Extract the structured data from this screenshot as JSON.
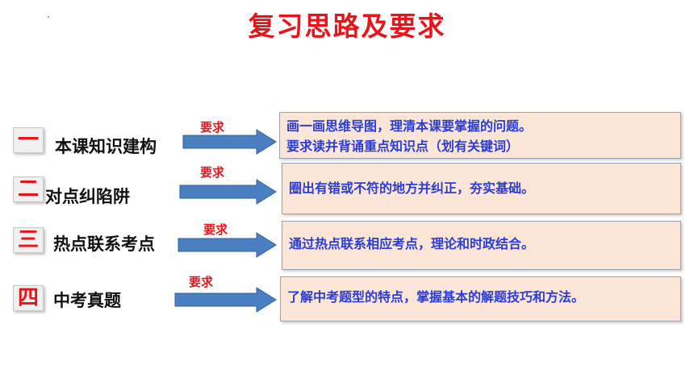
{
  "title": "复习思路及要求",
  "colors": {
    "accent_red": "#e8141a",
    "text_blue": "#2a3dd4",
    "box_fill": "#fbe5d6",
    "arrow_blue": "#4a7fc1"
  },
  "rows": [
    {
      "number": "一",
      "label": "本课知识建构",
      "requirement": "要求",
      "lines": [
        "画一画思维导图，理清本课要掌握的问题。",
        "要求读并背诵重点知识点（划有关键词）"
      ]
    },
    {
      "number": "二",
      "label": "对点纠陷阱",
      "requirement": "要求",
      "lines": [
        "圈出有错或不符的地方并纠正，夯实基础。"
      ]
    },
    {
      "number": "三",
      "label": "热点联系考点",
      "requirement": "要求",
      "lines": [
        "通过热点联系相应考点，理论和时政结合。"
      ]
    },
    {
      "number": "四",
      "label": "中考真题",
      "requirement": "要求",
      "lines": [
        "了解中考题型的特点，掌握基本的解题技巧和方法。"
      ]
    }
  ]
}
